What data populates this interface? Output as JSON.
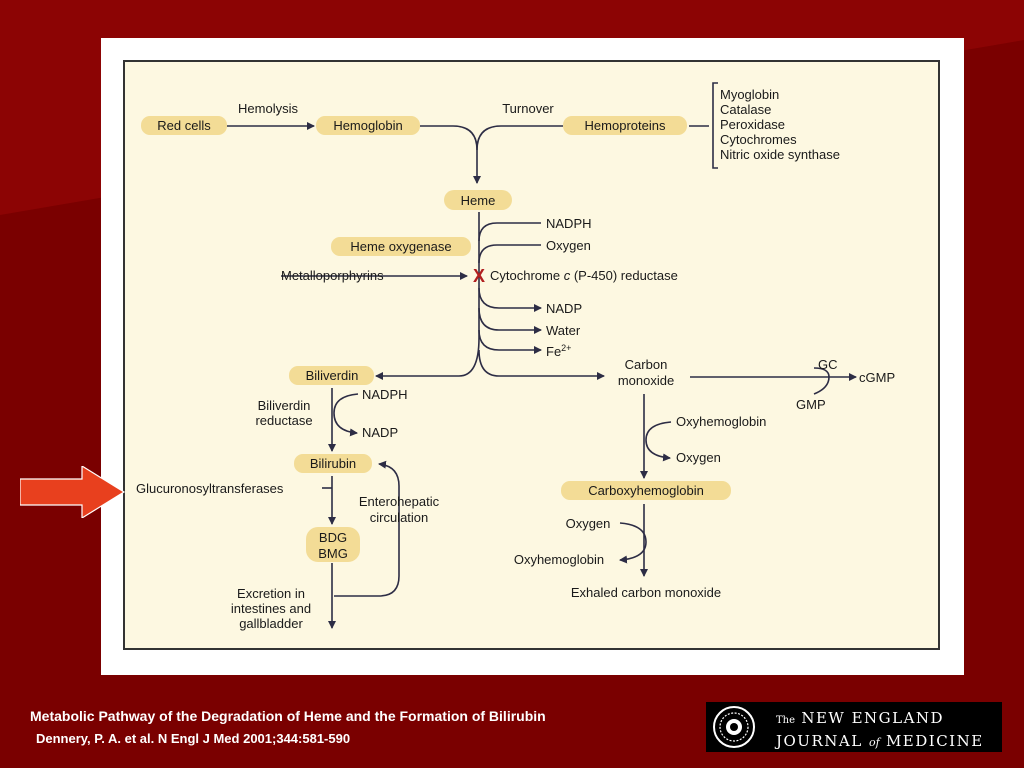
{
  "colors": {
    "background": "#7a0000",
    "highlight": "#f3dc96",
    "panel": "#fdf8e1",
    "arrow": "#e8401e",
    "inhibit": "#b11f1f"
  },
  "diagram": {
    "red_cells": "Red cells",
    "hemolysis": "Hemolysis",
    "hemoglobin": "Hemoglobin",
    "turnover": "Turnover",
    "hemoproteins": "Hemoproteins",
    "hemoprotein_list": [
      "Myoglobin",
      "Catalase",
      "Peroxidase",
      "Cytochromes",
      "Nitric oxide synthase"
    ],
    "heme": "Heme",
    "nadph": "NADPH",
    "oxygen": "Oxygen",
    "heme_oxygenase": "Heme oxygenase",
    "metalloporphyrins": "Metalloporphyrins",
    "inhibition_mark": "X",
    "reductase_pre": "Cytochrome ",
    "reductase_c": "c",
    "reductase_post": " (P-450) reductase",
    "nadp": "NADP",
    "water": "Water",
    "fe": "Fe",
    "fe_charge": "2+",
    "biliverdin": "Biliverdin",
    "carbon_monoxide_1": "Carbon",
    "carbon_monoxide_2": "monoxide",
    "gc": "GC",
    "cgmp": "cGMP",
    "gmp": "GMP",
    "biliverdin_reductase_1": "Biliverdin",
    "biliverdin_reductase_2": "reductase",
    "nadph_2": "NADPH",
    "nadp_2": "NADP",
    "oxyhemoglobin": "Oxyhemoglobin",
    "oxygen_2": "Oxygen",
    "bilirubin": "Bilirubin",
    "glucuronosyltransferases": "Glucuronosyltransferases",
    "enterohepatic_1": "Enterohepatic",
    "enterohepatic_2": "circulation",
    "carboxyhemoglobin": "Carboxyhemoglobin",
    "oxygen_3": "Oxygen",
    "oxyhemoglobin_2": "Oxyhemoglobin",
    "bdg": "BDG",
    "bmg": "BMG",
    "excretion_1": "Excretion in",
    "excretion_2": "intestines and",
    "excretion_3": "gallbladder",
    "exhaled_co": "Exhaled carbon monoxide"
  },
  "caption": {
    "title": "Metabolic Pathway of the Degradation of Heme and the Formation of Bilirubin",
    "citation": "Dennery, P. A. et al. N Engl J Med 2001;344:581-590"
  },
  "logo": {
    "the": "The",
    "line1": "NEW ENGLAND",
    "line2_a": "JOURNAL",
    "line2_of": "of",
    "line2_b": "MEDICINE"
  }
}
